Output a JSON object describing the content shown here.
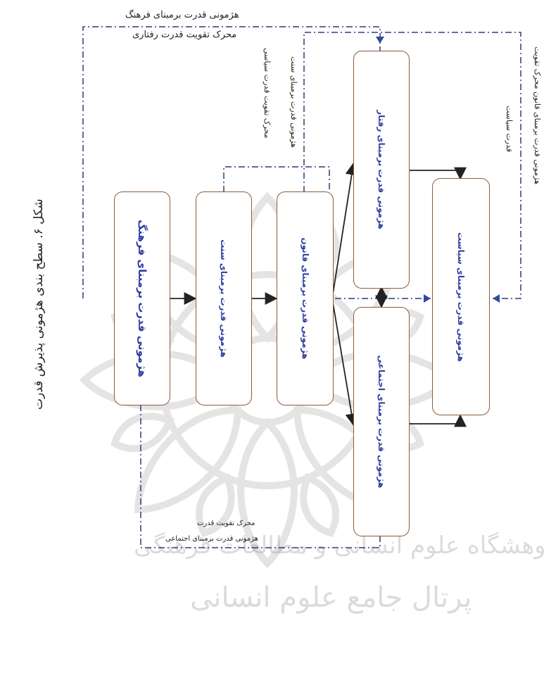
{
  "nodes": {
    "culture": "هژمونی قدرت برمبنای فرهنگ",
    "tradition": "هژمونی قدرت برمبنای سنت",
    "law": "هژمونی قدرت برمبنای قانون",
    "behavior": "هژمونی قدرت برمبنای رفتار",
    "society": "هژمونی قدرت برمبنای اجتماعی",
    "policy": "هژمونی قدرت برمبنای سیاست"
  },
  "links": {
    "top_loop_culture": "هژمونی قدرت برمبنای فرهنگ",
    "top_loop_behavior": "محرک تقویت قدرت رفتاری",
    "law_loop_title": "هژمونی قدرت برمبنای سنت",
    "law_loop_driver": "محرک تقویت قدرت سیاسی",
    "right_loop_title": "هژمونی قدرت برمبنای قانون محرک تقویت",
    "right_loop_sub": "قدرت سیاست",
    "bottom_loop_1": "محرک تقویت قدرت",
    "bottom_loop_2": "هژمونی قدرت برمبنای اجتماعی"
  },
  "caption": "شکل ۶. سطح بندی هژمونی پذیرش قدرت",
  "watermark": {
    "line1": "پژوهشگاه علوم انسانی و مطالعات فرهنگی",
    "line2": "پرتال جامع علوم انسانی"
  },
  "colors": {
    "box_border": "#8b5a3c",
    "label_text": "#2f3ea0",
    "dashed_line": "#2f3a7a",
    "arrow_black": "#222222",
    "arrow_blue": "#2f4aa0"
  }
}
